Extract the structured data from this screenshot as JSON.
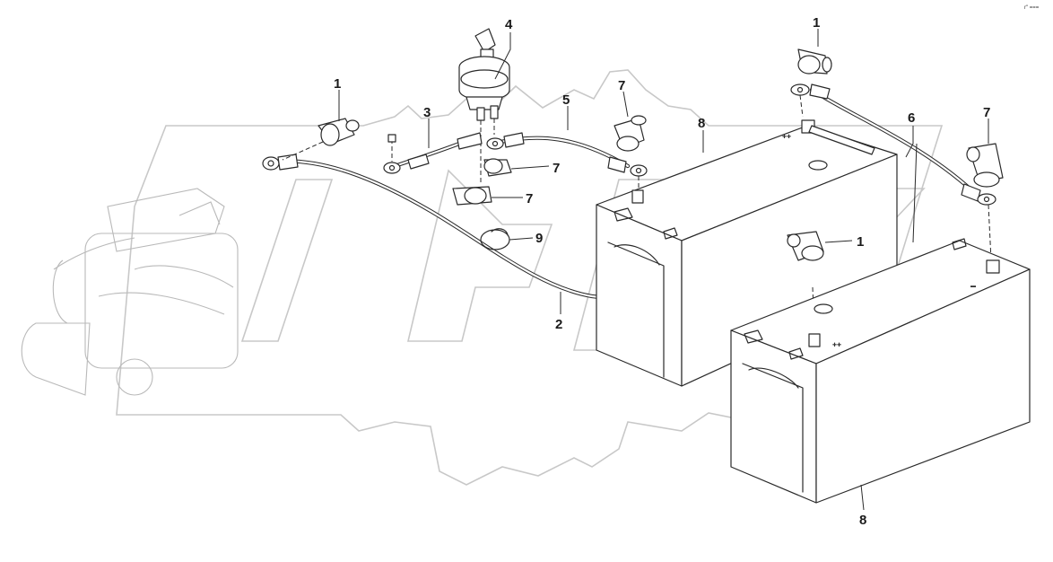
{
  "corner_mark": "r\" ===",
  "callouts": [
    {
      "id": "1a",
      "text": "1"
    },
    {
      "id": "1b",
      "text": "1"
    },
    {
      "id": "1c",
      "text": "1"
    },
    {
      "id": "2",
      "text": "2"
    },
    {
      "id": "3",
      "text": "3"
    },
    {
      "id": "4",
      "text": "4"
    },
    {
      "id": "5",
      "text": "5"
    },
    {
      "id": "6",
      "text": "6"
    },
    {
      "id": "7a",
      "text": "7"
    },
    {
      "id": "7b",
      "text": "7"
    },
    {
      "id": "7c",
      "text": "7"
    },
    {
      "id": "7d",
      "text": "7"
    },
    {
      "id": "8a",
      "text": "8"
    },
    {
      "id": "8b",
      "text": "8"
    },
    {
      "id": "9",
      "text": "9"
    }
  ]
}
